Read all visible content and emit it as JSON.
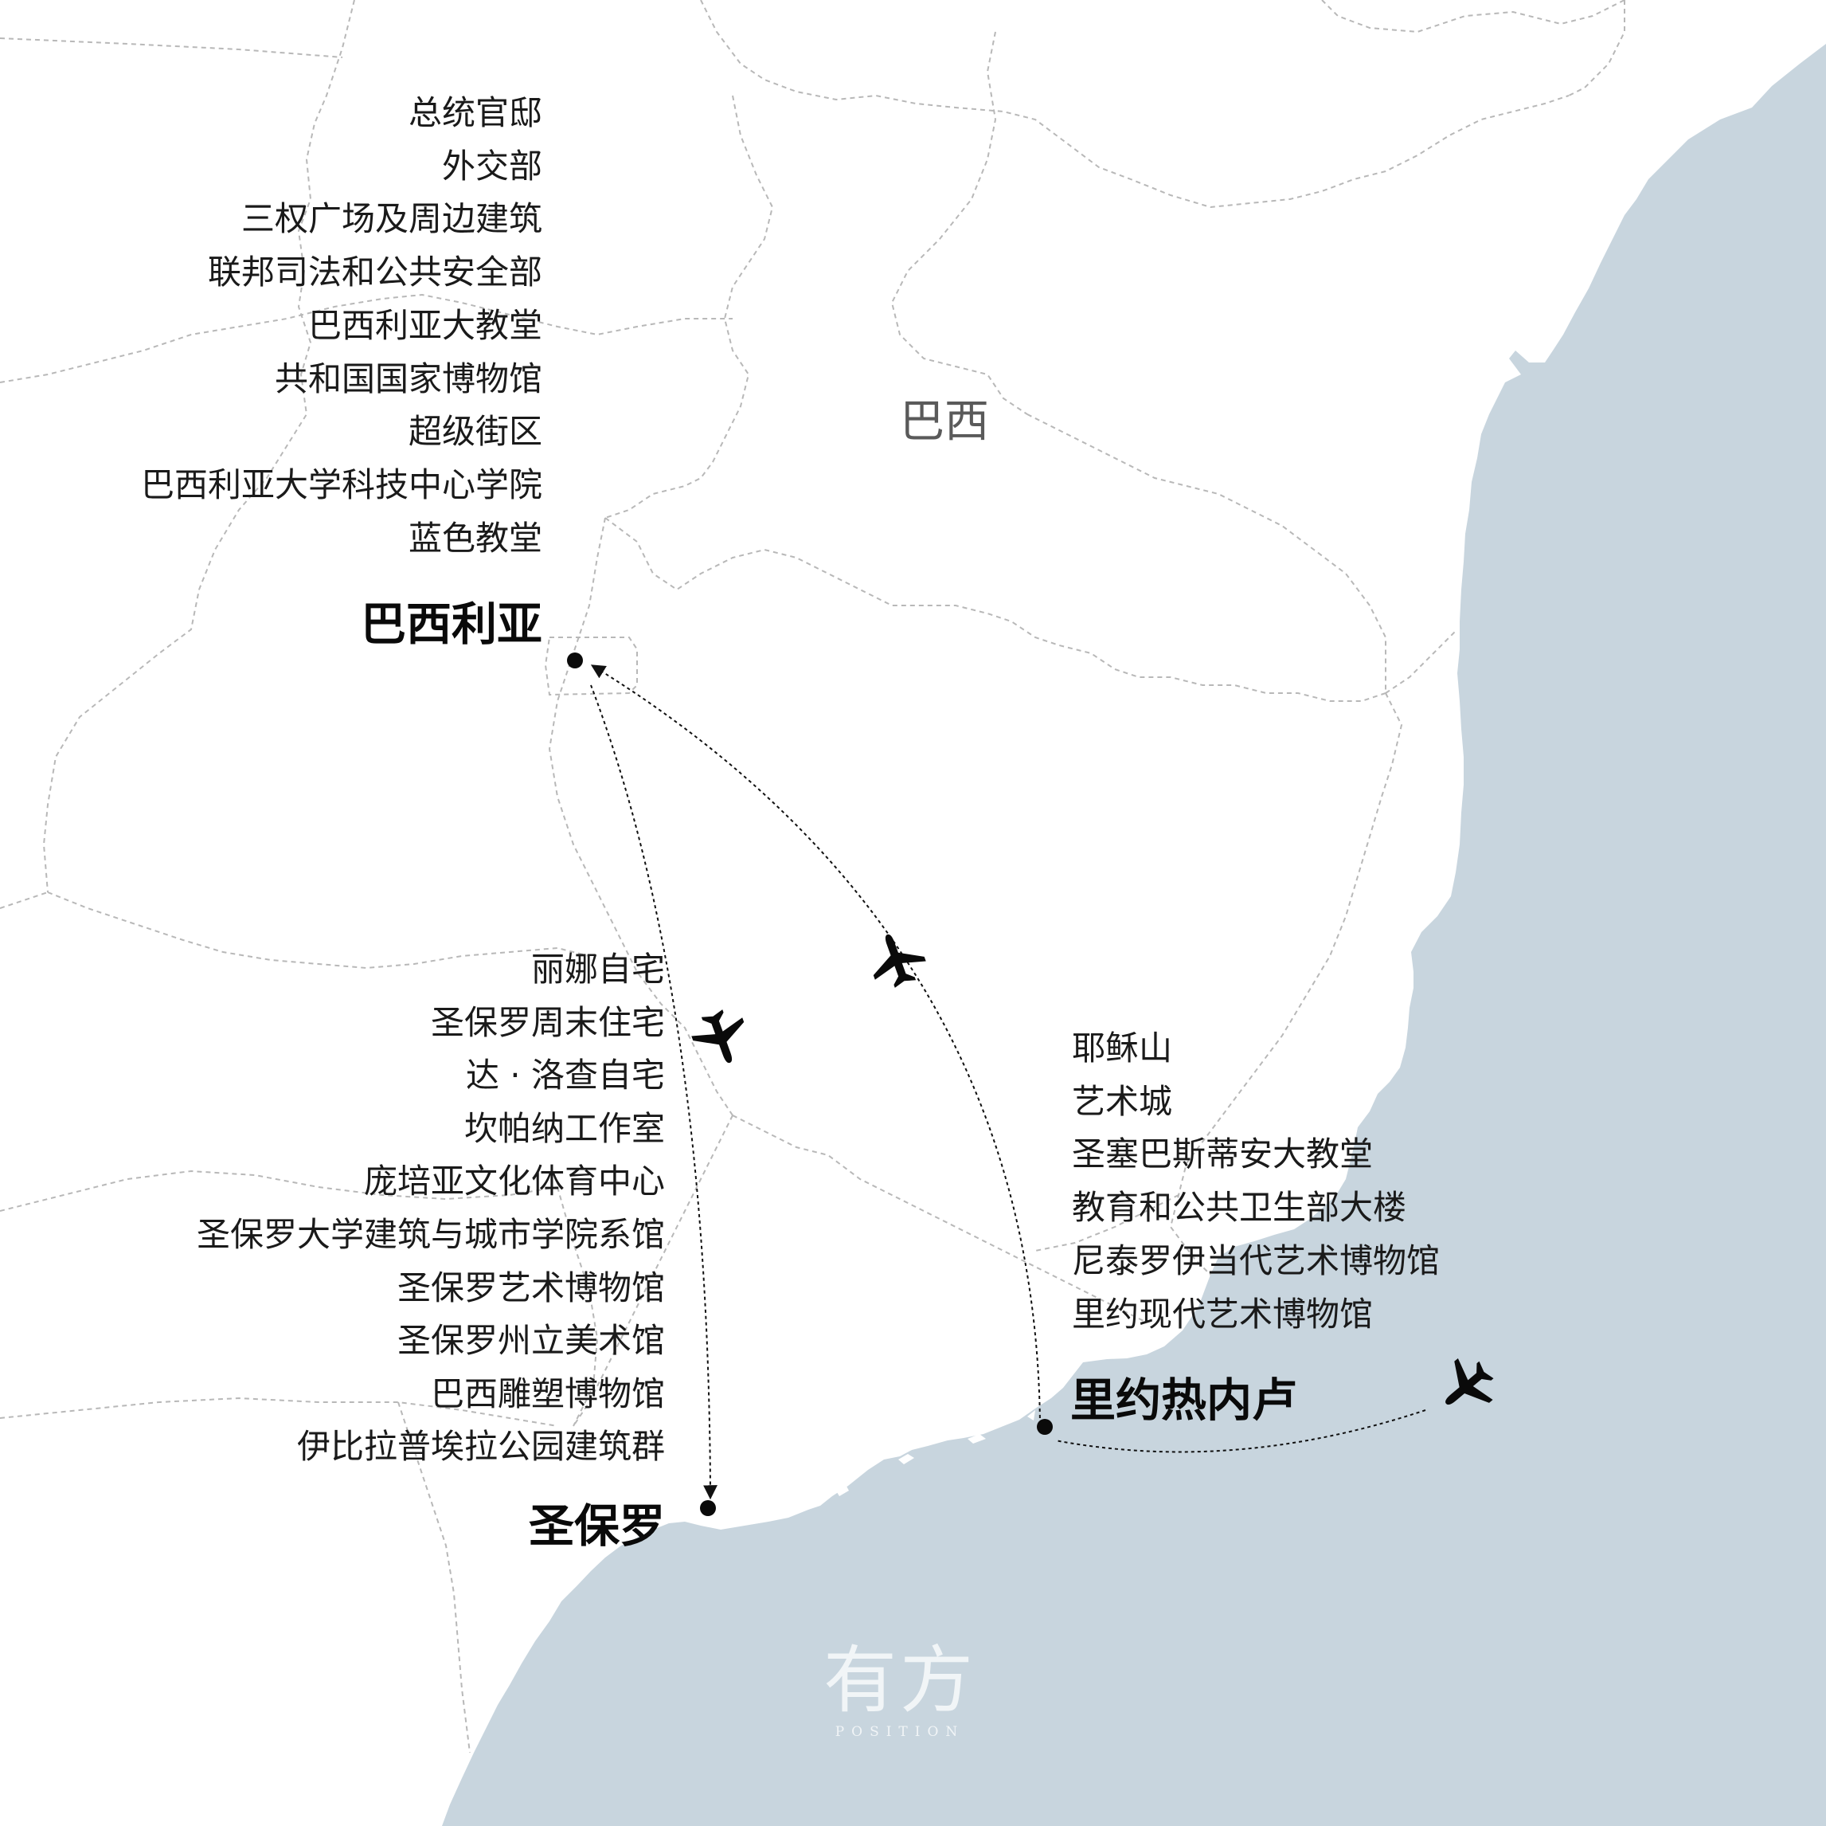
{
  "map": {
    "country_label": "巴西",
    "sea_color": "#c8d5de",
    "land_color": "#ffffff",
    "border_color": "#b8b8b8",
    "route_color": "#111111"
  },
  "cities": {
    "brasilia": {
      "name": "巴西利亚",
      "sites": [
        "总统官邸",
        "外交部",
        "三权广场及周边建筑",
        "联邦司法和公共安全部",
        "巴西利亚大教堂",
        "共和国国家博物馆",
        "超级街区",
        "巴西利亚大学科技中心学院",
        "蓝色教堂"
      ]
    },
    "sao_paulo": {
      "name": "圣保罗",
      "sites": [
        "丽娜自宅",
        "圣保罗周末住宅",
        "达 · 洛查自宅",
        "坎帕纳工作室",
        "庞培亚文化体育中心",
        "圣保罗大学建筑与城市学院系馆",
        "圣保罗艺术博物馆",
        "圣保罗州立美术馆",
        "巴西雕塑博物馆",
        "伊比拉普埃拉公园建筑群"
      ]
    },
    "rio": {
      "name": "里约热内卢",
      "sites": [
        "耶稣山",
        "艺术城",
        "圣塞巴斯蒂安大教堂",
        "教育和公共卫生部大楼",
        "尼泰罗伊当代艺术博物馆",
        "里约现代艺术博物馆"
      ]
    }
  },
  "icons": {
    "airplane": "airplane-icon",
    "city_marker": "city-marker-icon"
  },
  "watermark": {
    "main": "有方",
    "sub": "POSITION"
  }
}
